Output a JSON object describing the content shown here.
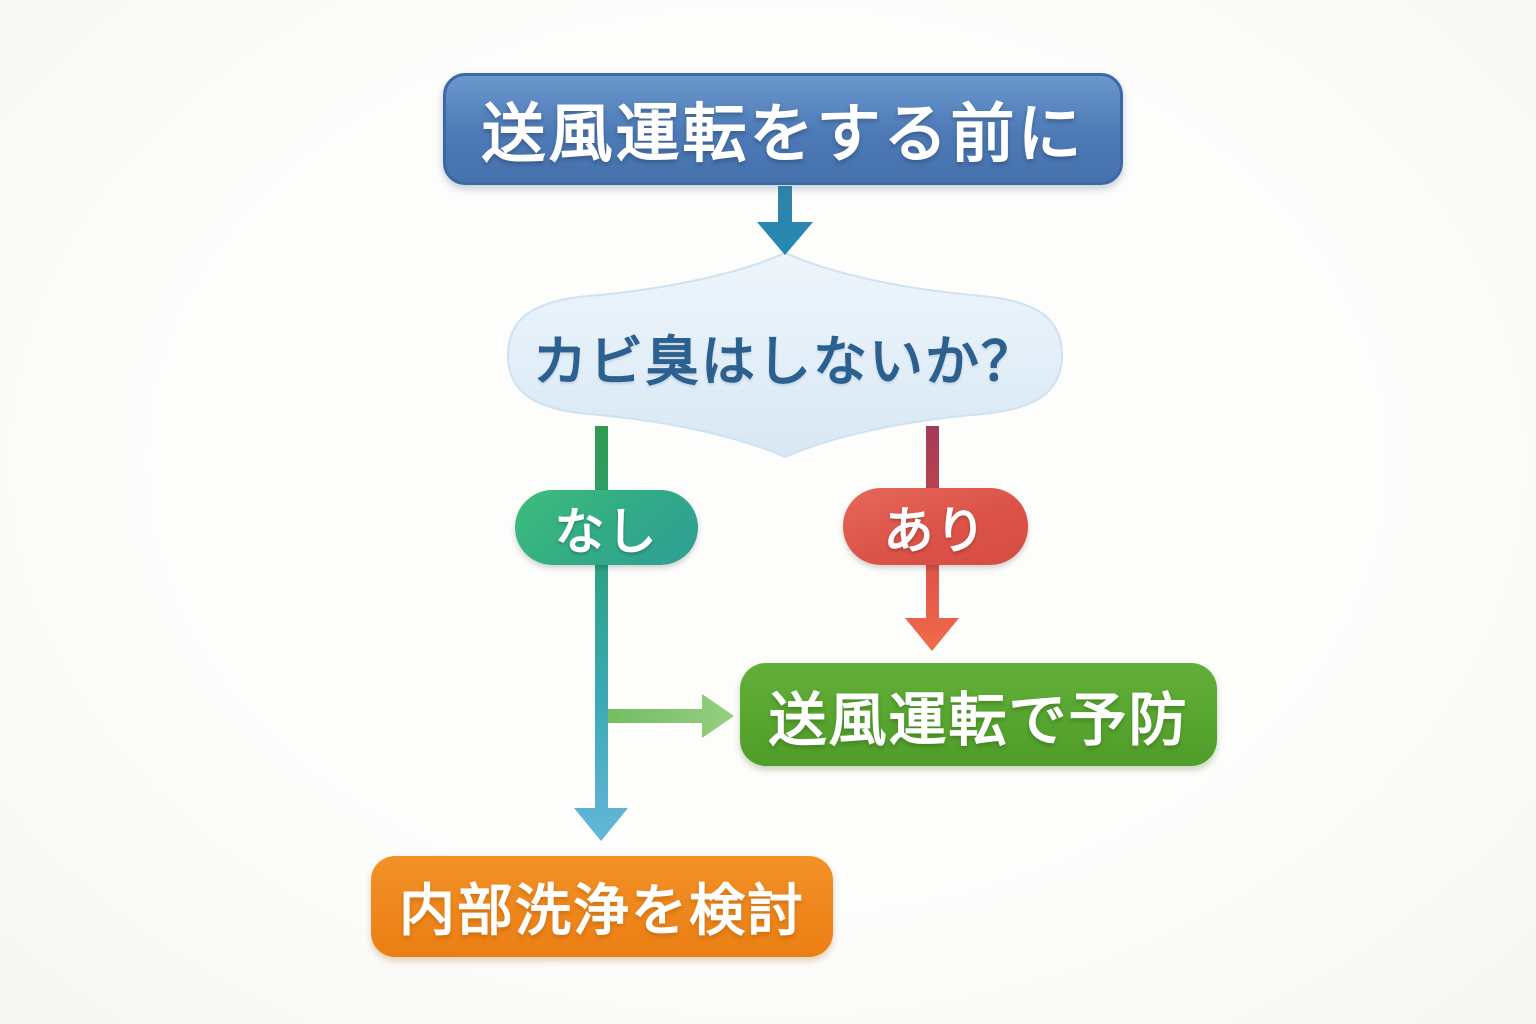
{
  "flowchart": {
    "start": {
      "label": "送風運転をする前に",
      "bg_color": "#4d7ab6",
      "border_color": "#3c68a5"
    },
    "decision": {
      "label": "カビ臭はしないか？",
      "bg_color": "#e2eef8",
      "text_color": "#2c608e"
    },
    "branches": {
      "no": {
        "label": "なし",
        "color_start": "#3fbd7c",
        "color_end": "#2e9e97"
      },
      "yes": {
        "label": "あり",
        "color_start": "#e5685a",
        "color_end": "#d54c44"
      }
    },
    "outcomes": {
      "prevent": {
        "label": "送風運転で予防",
        "bg_color": "#57a52f"
      },
      "clean": {
        "label": "内部洗浄を検討",
        "bg_color": "#ef861c"
      }
    },
    "connectors": {
      "start_to_decision": {
        "color": "#2b86ad"
      },
      "no_branch_gradient": [
        "#2e9b4d",
        "#2ea285",
        "#3ba9b4",
        "#64b6da"
      ],
      "yes_branch_gradient": [
        "#a43a58",
        "#bc4350",
        "#da5348",
        "#f26b4a"
      ],
      "no_to_prevent_gradient": [
        "#74bd62",
        "#95ce81"
      ]
    }
  }
}
